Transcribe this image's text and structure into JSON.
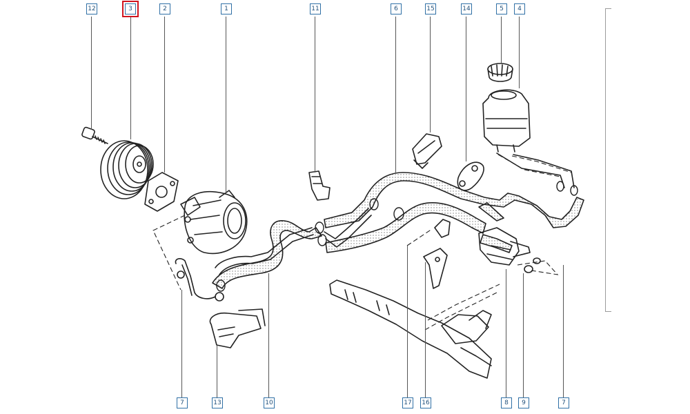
{
  "callouts": {
    "c12": "12",
    "c3": "3",
    "c2": "2",
    "c1": "1",
    "c11": "11",
    "c6": "6",
    "c15": "15",
    "c14": "14",
    "c5": "5",
    "c4": "4",
    "c7a": "7",
    "c13": "13",
    "c10": "10",
    "c17": "17",
    "c16": "16",
    "c8": "8",
    "c9": "9",
    "c7b": "7"
  },
  "selected_callout": "3",
  "colors": {
    "line": "#222222",
    "callout_border": "#2f6fa5",
    "callout_text": "#1f4f7a",
    "selection": "#d0141e",
    "hose_fill": "#ffffff"
  }
}
